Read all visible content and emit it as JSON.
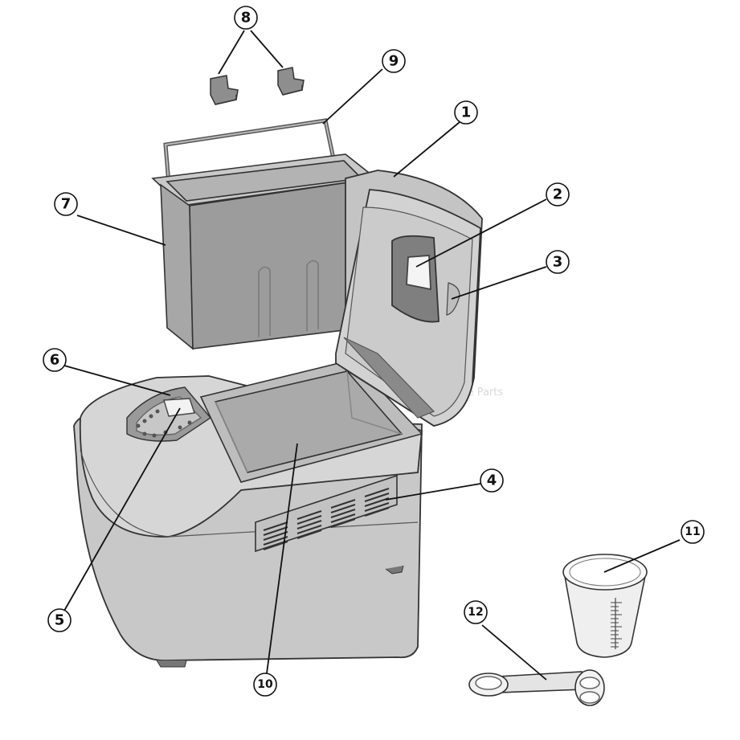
{
  "figure": {
    "callouts": [
      {
        "id": "c1",
        "label": "1"
      },
      {
        "id": "c2",
        "label": "2"
      },
      {
        "id": "c3",
        "label": "3"
      },
      {
        "id": "c4",
        "label": "4"
      },
      {
        "id": "c5",
        "label": "5"
      },
      {
        "id": "c6",
        "label": "6"
      },
      {
        "id": "c7",
        "label": "7"
      },
      {
        "id": "c8",
        "label": "8"
      },
      {
        "id": "c9",
        "label": "9"
      },
      {
        "id": "c10",
        "label": "10"
      },
      {
        "id": "c11",
        "label": "11"
      },
      {
        "id": "c12",
        "label": "12"
      }
    ],
    "watermark": "© Kitchen Appliance Spare Parts"
  }
}
